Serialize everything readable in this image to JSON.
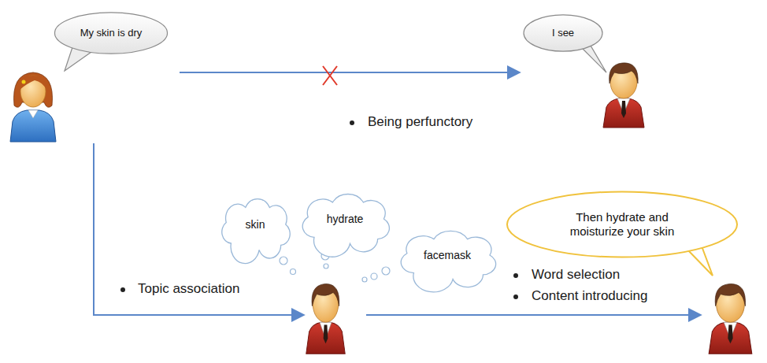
{
  "diagram": {
    "nodes": [
      {
        "text": [
          "My skin is dry"
        ]
      },
      {
        "text": [
          "I see"
        ]
      },
      {
        "text": [
          "skin"
        ]
      },
      {
        "text": [
          "hydrate"
        ]
      },
      {
        "text": [
          "facemask"
        ]
      },
      {
        "text": [
          "Then hydrate and moisturize your skin"
        ]
      }
    ],
    "labels": [
      "Being perfunctory",
      "Topic association",
      "Word selection",
      "Content introducing"
    ]
  }
}
